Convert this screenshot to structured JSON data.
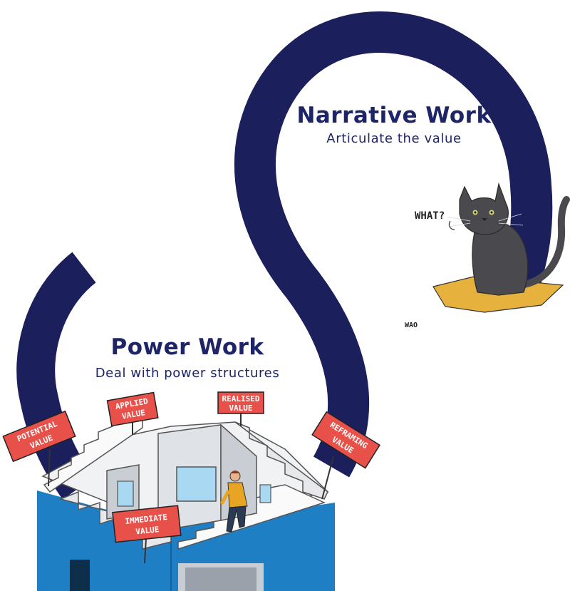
{
  "narrative": {
    "title": "Narrative Work",
    "subtitle": "Articulate the value"
  },
  "power": {
    "title": "Power Work",
    "subtitle": "Deal with power structures"
  },
  "cat": {
    "speech": "WHAT?"
  },
  "artist_signature": "WAO",
  "signs": {
    "potential": [
      "POTENTIAL",
      "VALUE"
    ],
    "applied": [
      "APPLIED",
      "VALUE"
    ],
    "realised": [
      "REALISED",
      "VALUE"
    ],
    "reframing": [
      "REFRAMING",
      "VALUE"
    ],
    "immediate": [
      "IMMEDIATE",
      "VALUE"
    ]
  },
  "colors": {
    "loop": "#1b1f5c",
    "title_text": "#1d2468",
    "sign": "#e8504a",
    "building_blue": "#1f7fc4",
    "rug": "#e6b13c",
    "cat": "#4a4a4e"
  }
}
